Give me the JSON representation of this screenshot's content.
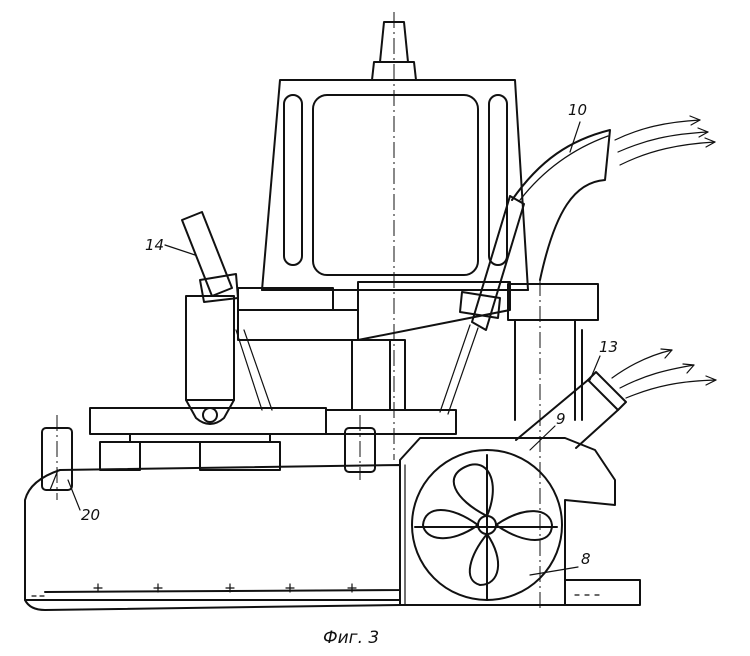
{
  "figure": {
    "caption": "Фиг. 3",
    "labels": {
      "l10": "10",
      "l13": "13",
      "l14": "14",
      "l9": "9",
      "l8": "8",
      "l20": "20"
    }
  }
}
